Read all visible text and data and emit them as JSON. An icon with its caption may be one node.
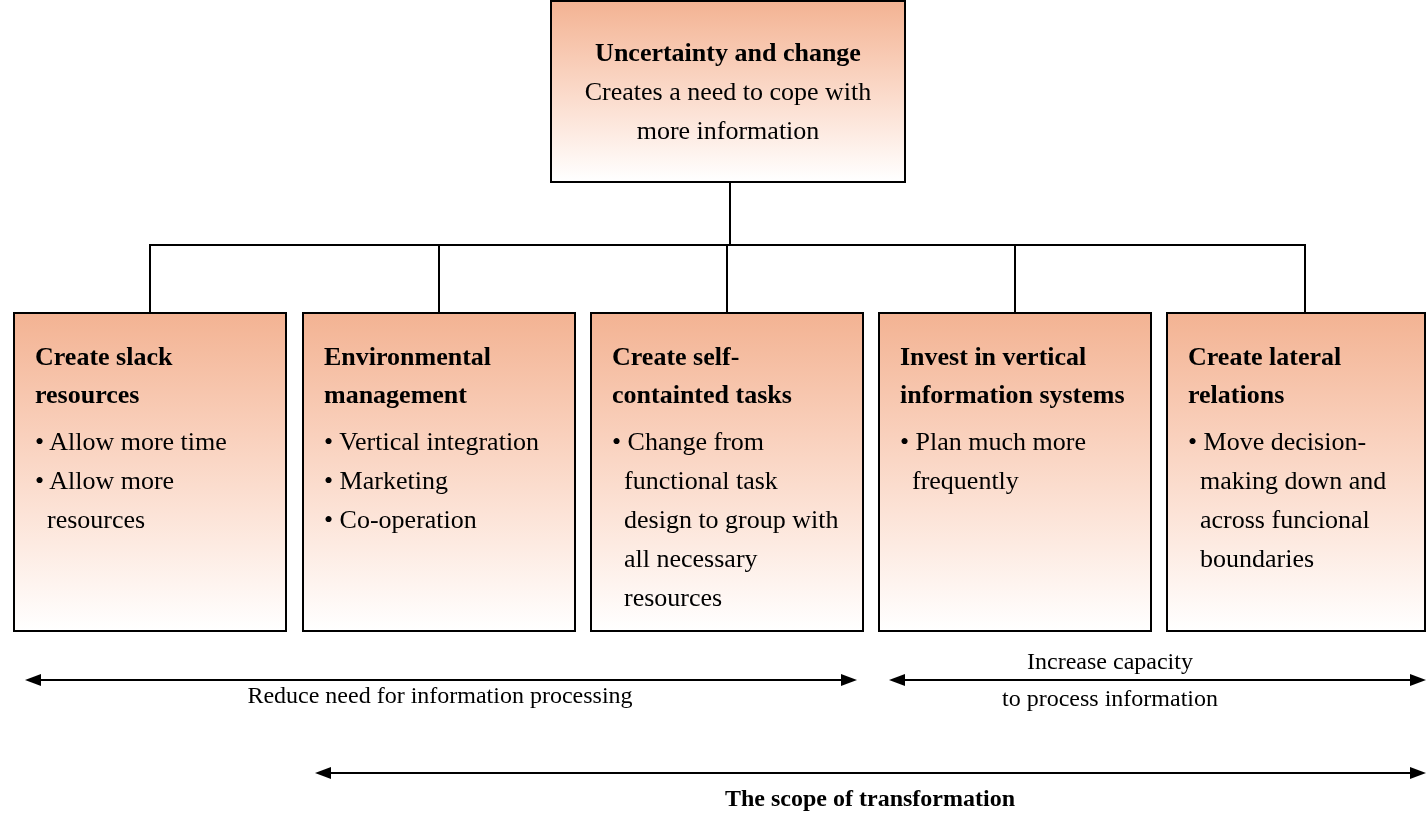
{
  "diagram": {
    "nodes": [
      {
        "text": [
          "Uncertainty and change",
          "Creates a need to cope with more information"
        ]
      },
      {
        "text": [
          "Create slack resources",
          "• Allow more time",
          "• Allow more resources"
        ]
      },
      {
        "text": [
          "Environmental management",
          "• Vertical integration",
          "• Marketing",
          "• Co-operation"
        ]
      },
      {
        "text": [
          "Create self-containted tasks",
          "• Change from functional task design to group with all necessary resources"
        ]
      },
      {
        "text": [
          "Invest in vertical information systems",
          "• Plan much more frequently"
        ]
      },
      {
        "text": [
          "Create lateral relations",
          "• Move decision-making down and across funcional boundaries"
        ]
      }
    ],
    "edges": [
      {
        "from": 0,
        "to": 1,
        "arrow": "none"
      },
      {
        "from": 0,
        "to": 2,
        "arrow": "none"
      },
      {
        "from": 0,
        "to": 3,
        "arrow": "none"
      },
      {
        "from": 0,
        "to": 4,
        "arrow": "none"
      },
      {
        "from": 0,
        "to": 5,
        "arrow": "none"
      }
    ],
    "labels": [
      "Reduce need for information processing",
      "Increase capacity",
      "to process information",
      "The scope of transformation"
    ]
  }
}
